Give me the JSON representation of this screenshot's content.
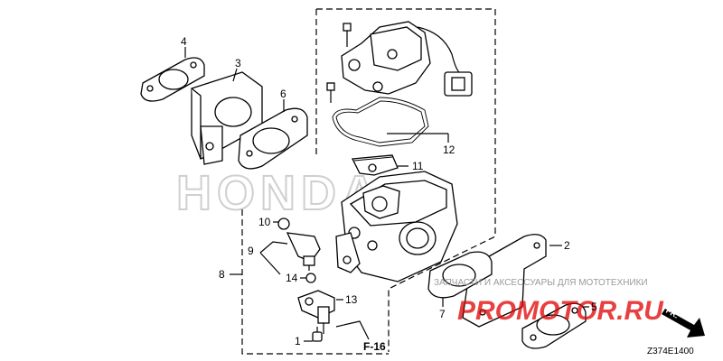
{
  "watermark": {
    "brand": "HONDA",
    "shop_text": "ЗАПЧАСТИ И АКСЕССУАРЫ ДЛЯ МОТОТЕХНИКИ",
    "logo_text": "PROMOTOR.RU",
    "brand_color": "#d9d9d9",
    "logo_color": "#e00000"
  },
  "callouts": [
    {
      "id": "1",
      "label": "1"
    },
    {
      "id": "2",
      "label": "2"
    },
    {
      "id": "3",
      "label": "3"
    },
    {
      "id": "4",
      "label": "4"
    },
    {
      "id": "5",
      "label": "5"
    },
    {
      "id": "6",
      "label": "6"
    },
    {
      "id": "7",
      "label": "7"
    },
    {
      "id": "8",
      "label": "8"
    },
    {
      "id": "9",
      "label": "9"
    },
    {
      "id": "10",
      "label": "10"
    },
    {
      "id": "11",
      "label": "11"
    },
    {
      "id": "12",
      "label": "12"
    },
    {
      "id": "13",
      "label": "13"
    },
    {
      "id": "14",
      "label": "14"
    }
  ],
  "reference_label": "F-16",
  "direction_label": "FR.",
  "diagram_code": "Z374E1400"
}
